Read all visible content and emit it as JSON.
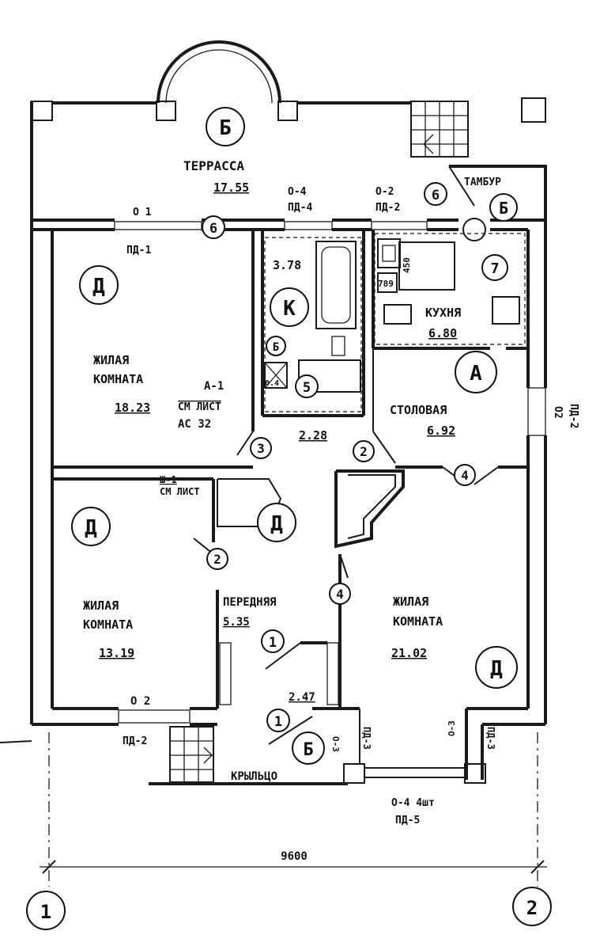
{
  "rooms": {
    "terrace": {
      "name": "ТЕРРАССА",
      "area": "17.55",
      "zone": "Б"
    },
    "vestibule": {
      "name": "ТАМБУР",
      "zone": "Б"
    },
    "living_nw": {
      "name1": "ЖИЛАЯ",
      "name2": "КОМНАТА",
      "area": "18.23",
      "zone": "Д"
    },
    "bath": {
      "area": "3.78",
      "zone": "К"
    },
    "kitchen": {
      "name": "КУХНЯ",
      "area": "6.80"
    },
    "dining": {
      "name": "СТОЛОВАЯ",
      "area": "6.92",
      "zone": "А"
    },
    "corridor": {
      "area": "2.28"
    },
    "living_w": {
      "name1": "ЖИЛАЯ",
      "name2": "КОМНАТА",
      "area": "13.19",
      "zone": "Д"
    },
    "hall": {
      "name": "ПЕРЕДНЯЯ",
      "area": "5.35",
      "zone": "Д"
    },
    "living_e": {
      "name1": "ЖИЛАЯ",
      "name2": "КОМНАТА",
      "area": "21.02",
      "zone": "Д"
    },
    "porch_hall": {
      "area": "2.47"
    },
    "porch": {
      "name": "КРЫЛЬЦО",
      "zone": "Б"
    }
  },
  "labels": {
    "win_terrace": "О 1",
    "pd1": "ПД-1",
    "o4_top": "О-4",
    "pd4_top": "ПД-4",
    "o2_top": "О-2",
    "pd2_top": "ПД-2",
    "wall_type": "А-1",
    "see_sheet": "СМ ЛИСТ",
    "ac": "АС 32",
    "sh1": "Ш-1",
    "see_sheet2": "СМ ЛИСТ",
    "o2_right": "О2",
    "pd2_right": "ПД-2",
    "o2_bottom": "О 2",
    "pd2_bottom": "ПД-2",
    "o3_left": "О-3",
    "pd3_left": "ПД-3",
    "o3_right": "О-3",
    "pd3_right": "ПД-3",
    "o4_bottom": "О-4 4шт",
    "pd5": "ПД-5",
    "dim_1": "450",
    "dim_2": "789",
    "dim_3": "0.4"
  },
  "markers": {
    "door_terrace": "6",
    "door_vestibule": "6",
    "door_kitchen": "7",
    "door_bath": "5",
    "door_bath_zone": "Б",
    "door_living_nw": "3",
    "door_dining": "2",
    "door_living_e_top": "4",
    "door_living_w": "2",
    "door_living_e": "4",
    "door_hall": "1",
    "door_porch": "1"
  },
  "dimension": {
    "width": "9600"
  },
  "axes": {
    "a1": "1",
    "a2": "2"
  }
}
